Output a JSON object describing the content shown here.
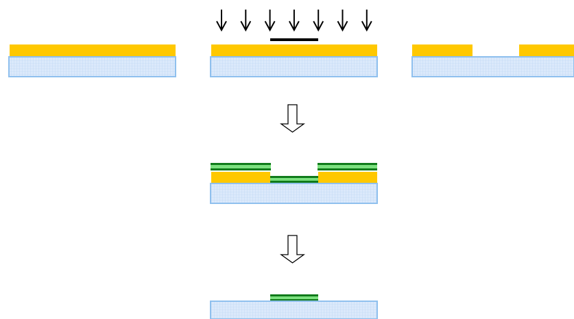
{
  "diagram": {
    "description_free": true,
    "colors": {
      "background": "#ffffff",
      "resist": "#ffc800",
      "substrate_fill": "#dbe9fb",
      "substrate_grid": "#b9d3f2",
      "substrate_border": "#8fc0ee",
      "mask": "#000000",
      "film_dark": "#0f7a1a",
      "film_light": "#7be07e",
      "arrow_stroke": "#000000"
    },
    "steps": [
      {
        "id": "resist-coated-substrate"
      },
      {
        "id": "uv-exposure-through-mask",
        "exposure_arrow_count": 7
      },
      {
        "id": "developed-resist-opening"
      },
      {
        "id": "film-deposition"
      },
      {
        "id": "lift-off-result"
      }
    ],
    "process_arrows": [
      {
        "id": "down-arrow-1",
        "icon": "hollow-down-arrow-icon"
      },
      {
        "id": "down-arrow-2",
        "icon": "hollow-down-arrow-icon"
      }
    ]
  }
}
